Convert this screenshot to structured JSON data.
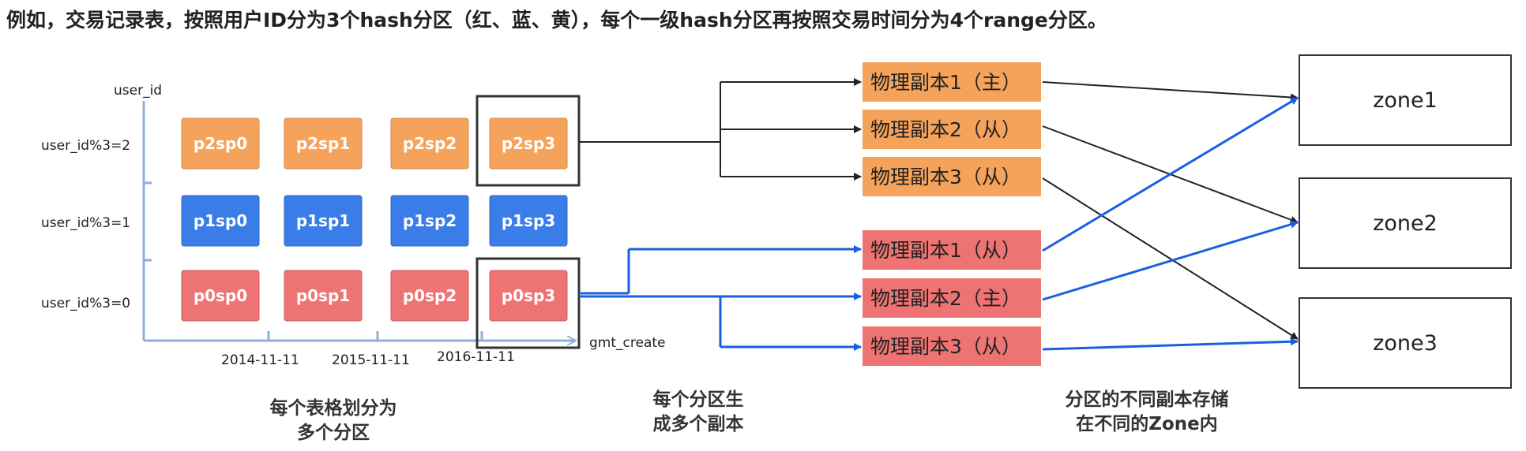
{
  "title": "例如，交易记录表，按照用户ID分为3个hash分区（红、蓝、黄），每个一级hash分区再按照交易时间分为4个range分区。",
  "axes": {
    "y_label": "user_id",
    "x_label": "gmt_create",
    "rows": [
      "user_id%3=2",
      "user_id%3=1",
      "user_id%3=0"
    ],
    "x_ticks": [
      "2014-11-11",
      "2015-11-11",
      "2016-11-11"
    ]
  },
  "grid": [
    {
      "color": "#f5a35b",
      "cells": [
        "p2sp0",
        "p2sp1",
        "p2sp2",
        "p2sp3"
      ]
    },
    {
      "color": "#3a7ce8",
      "cells": [
        "p1sp0",
        "p1sp1",
        "p1sp2",
        "p1sp3"
      ]
    },
    {
      "color": "#ee7373",
      "cells": [
        "p0sp0",
        "p0sp1",
        "p0sp2",
        "p0sp3"
      ]
    }
  ],
  "replicas_orange": {
    "color": "#f5a35b",
    "items": [
      "物理副本1（主）",
      "物理副本2（从）",
      "物理副本3（从）"
    ]
  },
  "replicas_red": {
    "color": "#ee7373",
    "items": [
      "物理副本1（从）",
      "物理副本2（主）",
      "物理副本3（从）"
    ]
  },
  "zones": [
    "zone1",
    "zone2",
    "zone3"
  ],
  "captions": {
    "grid": [
      "每个表格划分为",
      "多个分区"
    ],
    "replicas": [
      "每个分区生",
      "成多个副本"
    ],
    "zones": [
      "分区的不同副本存储",
      "在不同的Zone内"
    ]
  },
  "colors": {
    "axis": "#8fb0d8",
    "blue_line": "#1a5fe0",
    "dark_line": "#222222",
    "frame": "#333333"
  }
}
